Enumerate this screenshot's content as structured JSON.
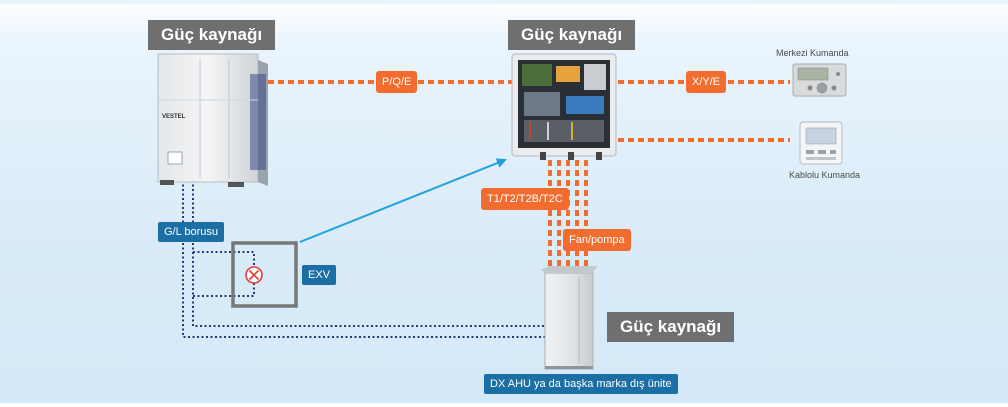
{
  "labels": {
    "power_source_1": "Güç kaynağı",
    "power_source_2": "Güç kaynağı",
    "power_source_3": "Güç kaynağı"
  },
  "tags": {
    "pqe": "P/Q/E",
    "xye": "X/Y/E",
    "t_sensors": "T1/T2/T2B/T2C",
    "fan_pump": "Fan/pompa",
    "gl_pipe": "G/L borusu",
    "exv": "EXV",
    "dx_ahu": "DX AHU ya da başka marka dış ünite"
  },
  "devices": {
    "central_control": "Merkezi Kumanda",
    "wired_control": "Kablolu Kumanda",
    "outdoor_brand": "VESTEL"
  },
  "colors": {
    "orange": "#f36c2f",
    "blue_tag": "#1b6fa4",
    "gray_label": "#6f6f6f",
    "refrigerant_line": "#1f3f73",
    "arrow": "#1ea0dc"
  }
}
